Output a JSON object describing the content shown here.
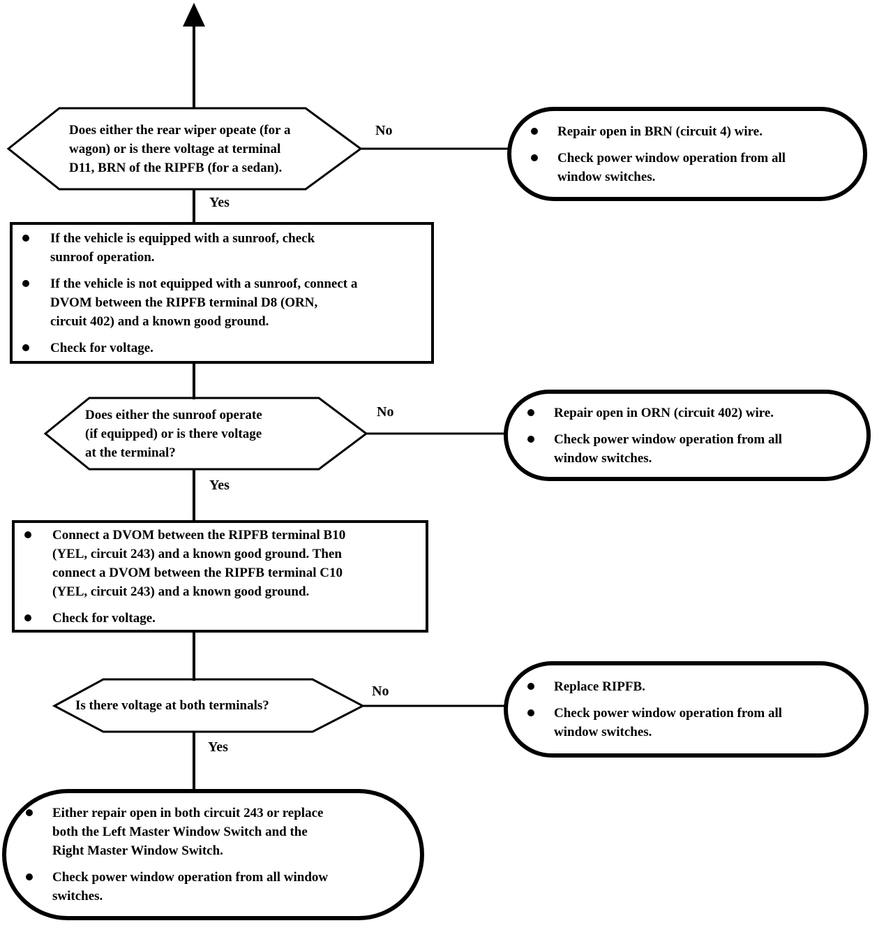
{
  "page": {
    "background_color": "#ffffff",
    "ink_color": "#000000"
  },
  "flowchart": {
    "decisions": [
      {
        "id": "decision-1",
        "text": "Does either the rear wiper opeate (for a\nwagon) or is there voltage at terminal\nD11, BRN of the RIPFB (for a sedan).",
        "yes_label": "Yes",
        "no_label": "No"
      },
      {
        "id": "decision-2",
        "text": "Does either the sunroof operate\n(if equipped) or is there voltage\nat the terminal?",
        "yes_label": "Yes",
        "no_label": "No"
      },
      {
        "id": "decision-3",
        "text": "Is there voltage at both terminals?",
        "yes_label": "Yes",
        "no_label": "No"
      }
    ],
    "actions": [
      {
        "id": "action-1",
        "items": [
          "If the vehicle is equipped with a sunroof, check\nsunroof operation.",
          "If the vehicle is not equipped with a sunroof, connect a\nDVOM between the RIPFB terminal D8 (ORN,\ncircuit 402) and a known good ground.",
          "Check for voltage."
        ]
      },
      {
        "id": "action-2",
        "items": [
          "Connect a DVOM between the RIPFB terminal B10\n(YEL, circuit 243) and a known good ground. Then\nconnect a DVOM between the RIPFB terminal C10\n(YEL, circuit 243) and a known good ground.",
          "Check for voltage."
        ]
      }
    ],
    "results": [
      {
        "id": "result-no-1",
        "items": [
          "Repair open in BRN (circuit 4) wire.",
          "Check power window operation from all\nwindow switches."
        ]
      },
      {
        "id": "result-no-2",
        "items": [
          "Repair open in ORN (circuit 402) wire.",
          "Check power window operation from all\nwindow switches."
        ]
      },
      {
        "id": "result-no-3",
        "items": [
          "Replace RIPFB.",
          "Check power window operation from all\nwindow switches."
        ]
      },
      {
        "id": "result-final",
        "items": [
          "Either repair open in both circuit 243 or replace\nboth the Left Master Window Switch and the\nRight Master Window Switch.",
          "Check power window operation from all window\nswitches."
        ]
      }
    ]
  }
}
